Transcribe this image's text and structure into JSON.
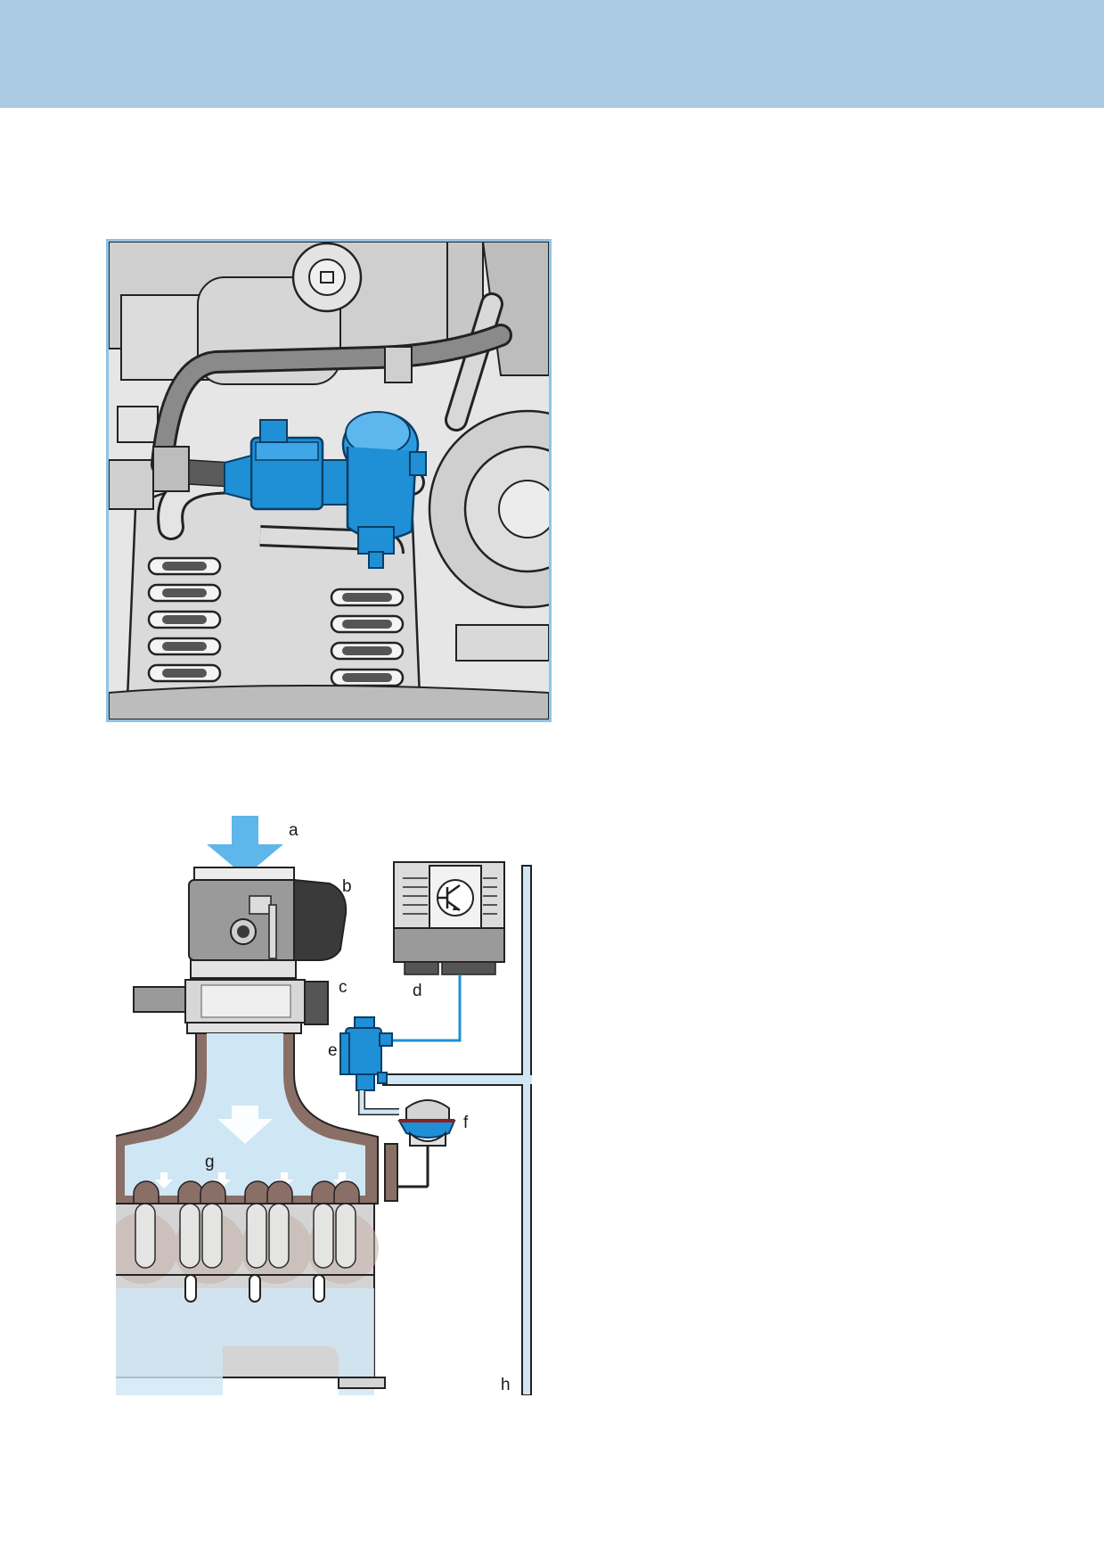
{
  "colors": {
    "header": "#abcae4",
    "frame": "#8fc3e6",
    "component_blue": "#1f8fd6",
    "air_blue": "#cfe6f5",
    "casting": "#8a6f66",
    "block_grey": "#d4d4d4"
  },
  "icons": [
    "transistor-symbol-icon",
    "air-flow-arrow-icon"
  ],
  "diagram": {
    "labels": {
      "a": "a",
      "b": "b",
      "c": "c",
      "d": "d",
      "e": "e",
      "f": "f",
      "g": "g",
      "h": "h"
    }
  }
}
